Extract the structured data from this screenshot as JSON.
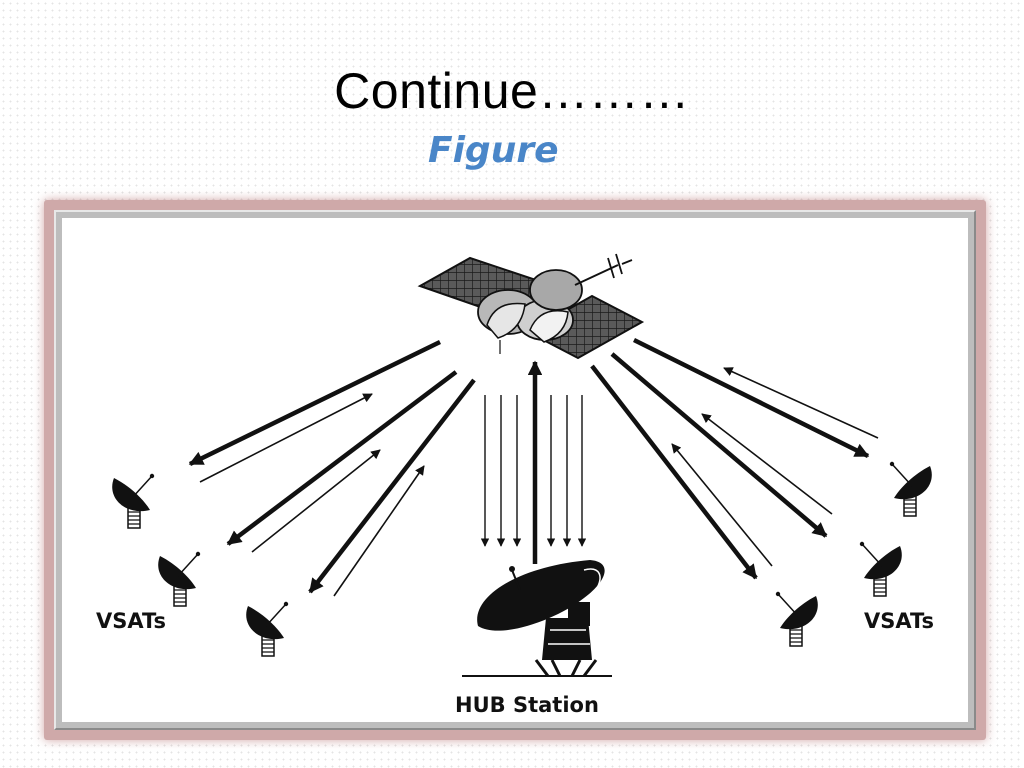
{
  "slide": {
    "title": "Continue………",
    "subtitle": "Figure"
  },
  "diagram": {
    "labels": {
      "vsats_left": "VSATs",
      "vsats_right": "VSATs",
      "hub": "HUB Station"
    },
    "colors": {
      "subtitle": "#4a86c8",
      "frame": "#cfa9a9",
      "ink": "#111111"
    },
    "icons": [
      "satellite-icon",
      "hub-dish-icon",
      "vsat-dish-icon"
    ]
  }
}
